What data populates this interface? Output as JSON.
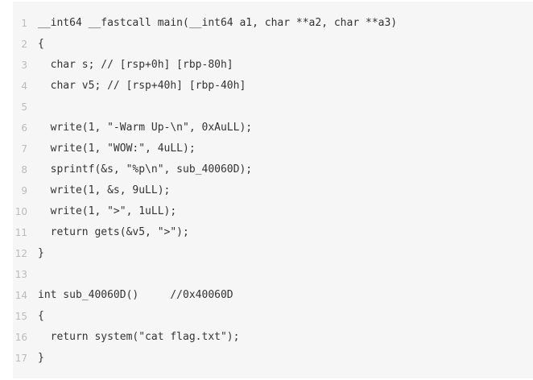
{
  "code": {
    "lines": [
      {
        "num": "1",
        "text": "__int64 __fastcall main(__int64 a1, char **a2, char **a3)"
      },
      {
        "num": "2",
        "text": "{"
      },
      {
        "num": "3",
        "text": "  char s; // [rsp+0h] [rbp-80h]"
      },
      {
        "num": "4",
        "text": "  char v5; // [rsp+40h] [rbp-40h]"
      },
      {
        "num": "5",
        "text": ""
      },
      {
        "num": "6",
        "text": "  write(1, \"-Warm Up-\\n\", 0xAuLL);"
      },
      {
        "num": "7",
        "text": "  write(1, \"WOW:\", 4uLL);"
      },
      {
        "num": "8",
        "text": "  sprintf(&s, \"%p\\n\", sub_40060D);"
      },
      {
        "num": "9",
        "text": "  write(1, &s, 9uLL);"
      },
      {
        "num": "10",
        "text": "  write(1, \">\", 1uLL);"
      },
      {
        "num": "11",
        "text": "  return gets(&v5, \">\");"
      },
      {
        "num": "12",
        "text": "}"
      },
      {
        "num": "13",
        "text": ""
      },
      {
        "num": "14",
        "text": "int sub_40060D()     //0x40060D"
      },
      {
        "num": "15",
        "text": "{"
      },
      {
        "num": "16",
        "text": "  return system(\"cat flag.txt\");"
      },
      {
        "num": "17",
        "text": "}"
      }
    ]
  }
}
